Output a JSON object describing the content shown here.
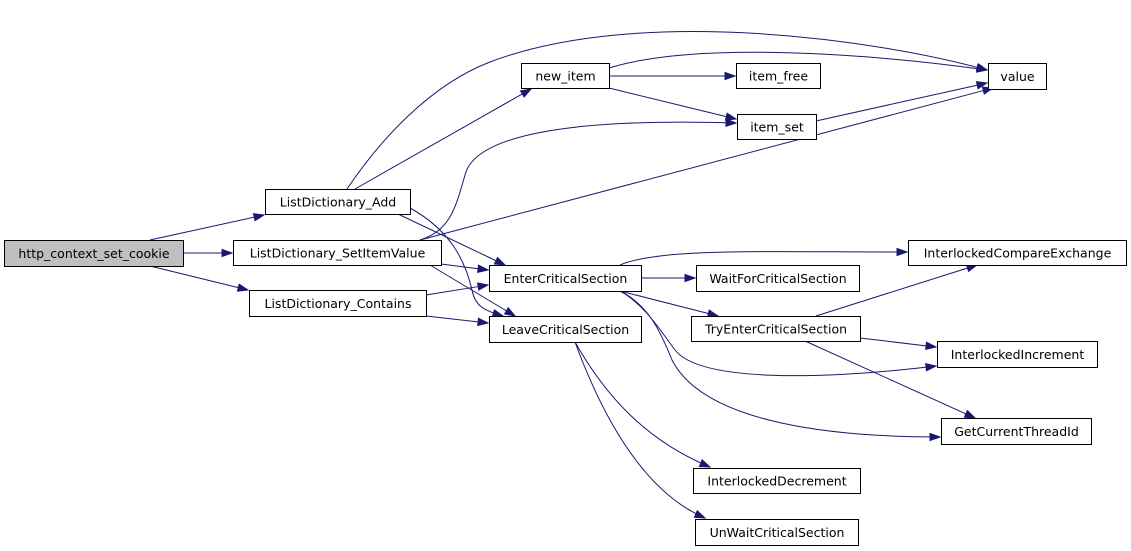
{
  "diagram": {
    "type": "call-graph",
    "nodes": {
      "root": {
        "label": "http_context_set_cookie",
        "highlight": true
      },
      "add": {
        "label": "ListDictionary_Add"
      },
      "setitem": {
        "label": "ListDictionary_SetItemValue"
      },
      "contains": {
        "label": "ListDictionary_Contains"
      },
      "newitem": {
        "label": "new_item"
      },
      "itemfree": {
        "label": "item_free"
      },
      "itemset": {
        "label": "item_set"
      },
      "value": {
        "label": "value"
      },
      "enter": {
        "label": "EnterCriticalSection"
      },
      "leave": {
        "label": "LeaveCriticalSection"
      },
      "wait": {
        "label": "WaitForCriticalSection"
      },
      "tryenter": {
        "label": "TryEnterCriticalSection"
      },
      "ice": {
        "label": "InterlockedCompareExchange"
      },
      "iinc": {
        "label": "InterlockedIncrement"
      },
      "gettid": {
        "label": "GetCurrentThreadId"
      },
      "idec": {
        "label": "InterlockedDecrement"
      },
      "unwait": {
        "label": "UnWaitCriticalSection"
      }
    },
    "edges": [
      {
        "from": "root",
        "to": "add"
      },
      {
        "from": "root",
        "to": "setitem"
      },
      {
        "from": "root",
        "to": "contains"
      },
      {
        "from": "add",
        "to": "value"
      },
      {
        "from": "add",
        "to": "newitem"
      },
      {
        "from": "add",
        "to": "enter"
      },
      {
        "from": "add",
        "to": "leave"
      },
      {
        "from": "setitem",
        "to": "itemset"
      },
      {
        "from": "setitem",
        "to": "value"
      },
      {
        "from": "setitem",
        "to": "enter"
      },
      {
        "from": "setitem",
        "to": "leave"
      },
      {
        "from": "contains",
        "to": "enter"
      },
      {
        "from": "contains",
        "to": "leave"
      },
      {
        "from": "newitem",
        "to": "value"
      },
      {
        "from": "newitem",
        "to": "itemfree"
      },
      {
        "from": "newitem",
        "to": "itemset"
      },
      {
        "from": "itemset",
        "to": "value"
      },
      {
        "from": "enter",
        "to": "ice"
      },
      {
        "from": "enter",
        "to": "wait"
      },
      {
        "from": "enter",
        "to": "tryenter"
      },
      {
        "from": "enter",
        "to": "iinc"
      },
      {
        "from": "enter",
        "to": "gettid"
      },
      {
        "from": "tryenter",
        "to": "ice"
      },
      {
        "from": "tryenter",
        "to": "iinc"
      },
      {
        "from": "tryenter",
        "to": "gettid"
      },
      {
        "from": "leave",
        "to": "idec"
      },
      {
        "from": "leave",
        "to": "unwait"
      }
    ],
    "colors": {
      "edge": "#191970",
      "root_fill": "#bfbfbf",
      "node_fill": "#ffffff",
      "node_border": "#000000"
    }
  }
}
